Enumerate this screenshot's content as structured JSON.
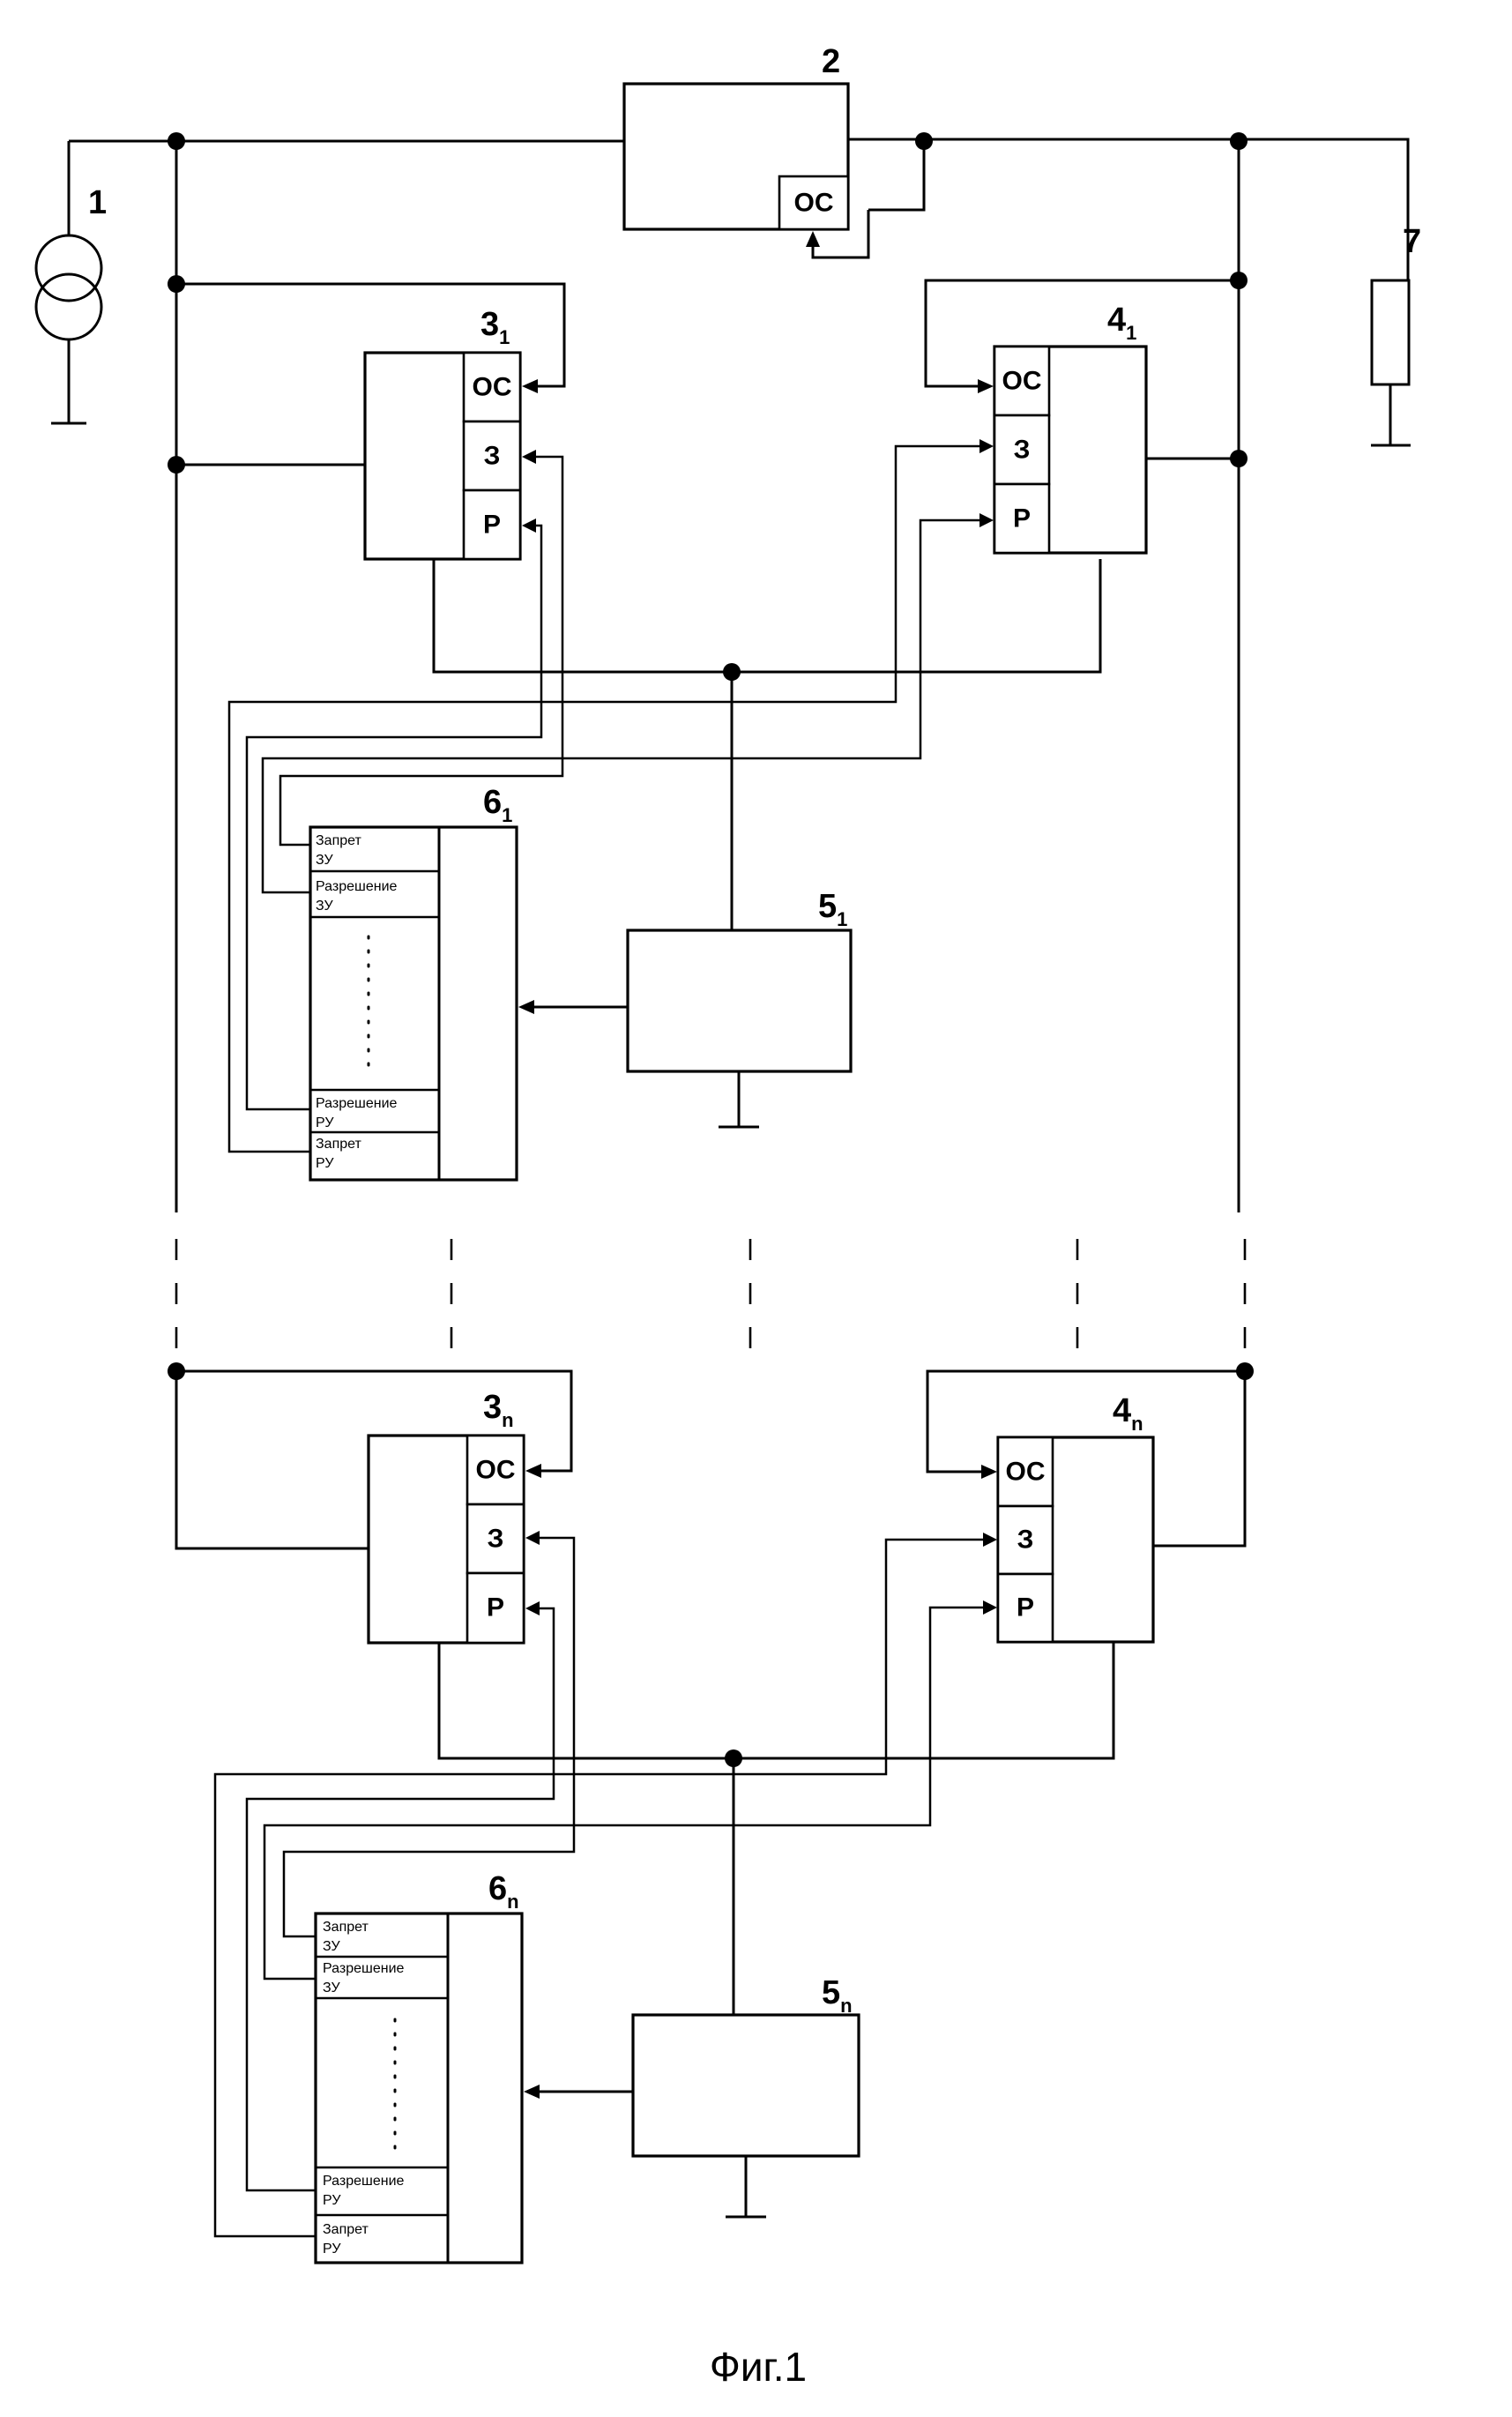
{
  "labels": {
    "source": "1",
    "converter": "2",
    "cell_left_1": "3",
    "cell_left_1_sub": "1",
    "cell_right_1": "4",
    "cell_right_1_sub": "1",
    "controller_1": "5",
    "controller_1_sub": "1",
    "logic_1": "6",
    "logic_1_sub": "1",
    "load": "7",
    "cell_left_n": "3",
    "cell_left_n_sub": "n",
    "cell_right_n": "4",
    "cell_right_n_sub": "n",
    "controller_n": "5",
    "controller_n_sub": "n",
    "logic_n": "6",
    "logic_n_sub": "n"
  },
  "ports": {
    "feedback": "ОС",
    "charge": "З",
    "discharge": "Р"
  },
  "logic_block": {
    "charge_inhibit_1": "Запрет",
    "charge_inhibit_2": "ЗУ",
    "charge_enable_1": "Разрешение",
    "charge_enable_2": "ЗУ",
    "discharge_enable_1": "Разрешение",
    "discharge_enable_2": "РУ",
    "discharge_inhibit_1": "Запрет",
    "discharge_inhibit_2": "РУ"
  },
  "caption": "Фиг.1"
}
